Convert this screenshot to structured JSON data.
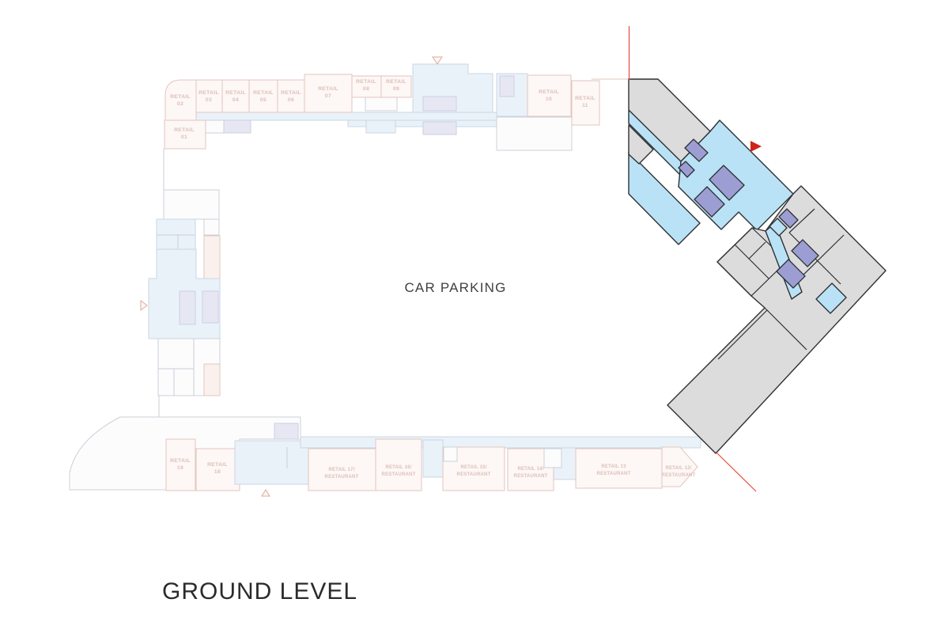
{
  "title": "GROUND LEVEL",
  "parking": {
    "label": "CAR PARKING"
  },
  "units": {
    "u01": {
      "line1": "RETAIL",
      "line2": "01"
    },
    "u02": {
      "line1": "RETAIL",
      "line2": "02"
    },
    "u03": {
      "line1": "RETAIL",
      "line2": "03"
    },
    "u04": {
      "line1": "RETAIL",
      "line2": "04"
    },
    "u05": {
      "line1": "RETAIL",
      "line2": "05"
    },
    "u06": {
      "line1": "RETAIL",
      "line2": "06"
    },
    "u07": {
      "line1": "RETAIL",
      "line2": "07"
    },
    "u08": {
      "line1": "RETAIL",
      "line2": "08"
    },
    "u09": {
      "line1": "RETAIL",
      "line2": "09"
    },
    "u10": {
      "line1": "RETAIL",
      "line2": "10"
    },
    "u11": {
      "line1": "RETAIL",
      "line2": "11"
    },
    "u12": {
      "line1": "RETAIL 12/",
      "line2": "RESTAURANT"
    },
    "u13": {
      "line1": "RETAIL 13",
      "line2": "RESTAURANT"
    },
    "u14": {
      "line1": "RETAIL 14/",
      "line2": "RESTAURANT"
    },
    "u15": {
      "line1": "RETAIL 15/",
      "line2": "RESTAURANT"
    },
    "u16": {
      "line1": "RETAIL 16/",
      "line2": "RESTAURANT"
    },
    "u17": {
      "line1": "RETAIL 17/",
      "line2": "RESTAURANT"
    },
    "u18": {
      "line1": "RETAIL",
      "line2": "18"
    },
    "u19": {
      "line1": "RETAIL",
      "line2": "19"
    }
  },
  "markers": {
    "top_entrance": "triangle-down-icon",
    "left_entrance": "triangle-right-icon",
    "bottom_entrance": "triangle-up-icon",
    "highlight_pointer": "red-triangle-icon"
  },
  "colors": {
    "highlight_corridor_blue": "#b9e2f6",
    "highlight_room_gray": "#dcdcdc",
    "highlight_unit_purple": "#9c9ed3",
    "outline_dark": "#2e3033",
    "accent_red": "#e8483a",
    "faded_pink": "#e3c6bf",
    "faded_blue": "#eaf2f9",
    "faded_lavender": "#e6e7f3"
  }
}
